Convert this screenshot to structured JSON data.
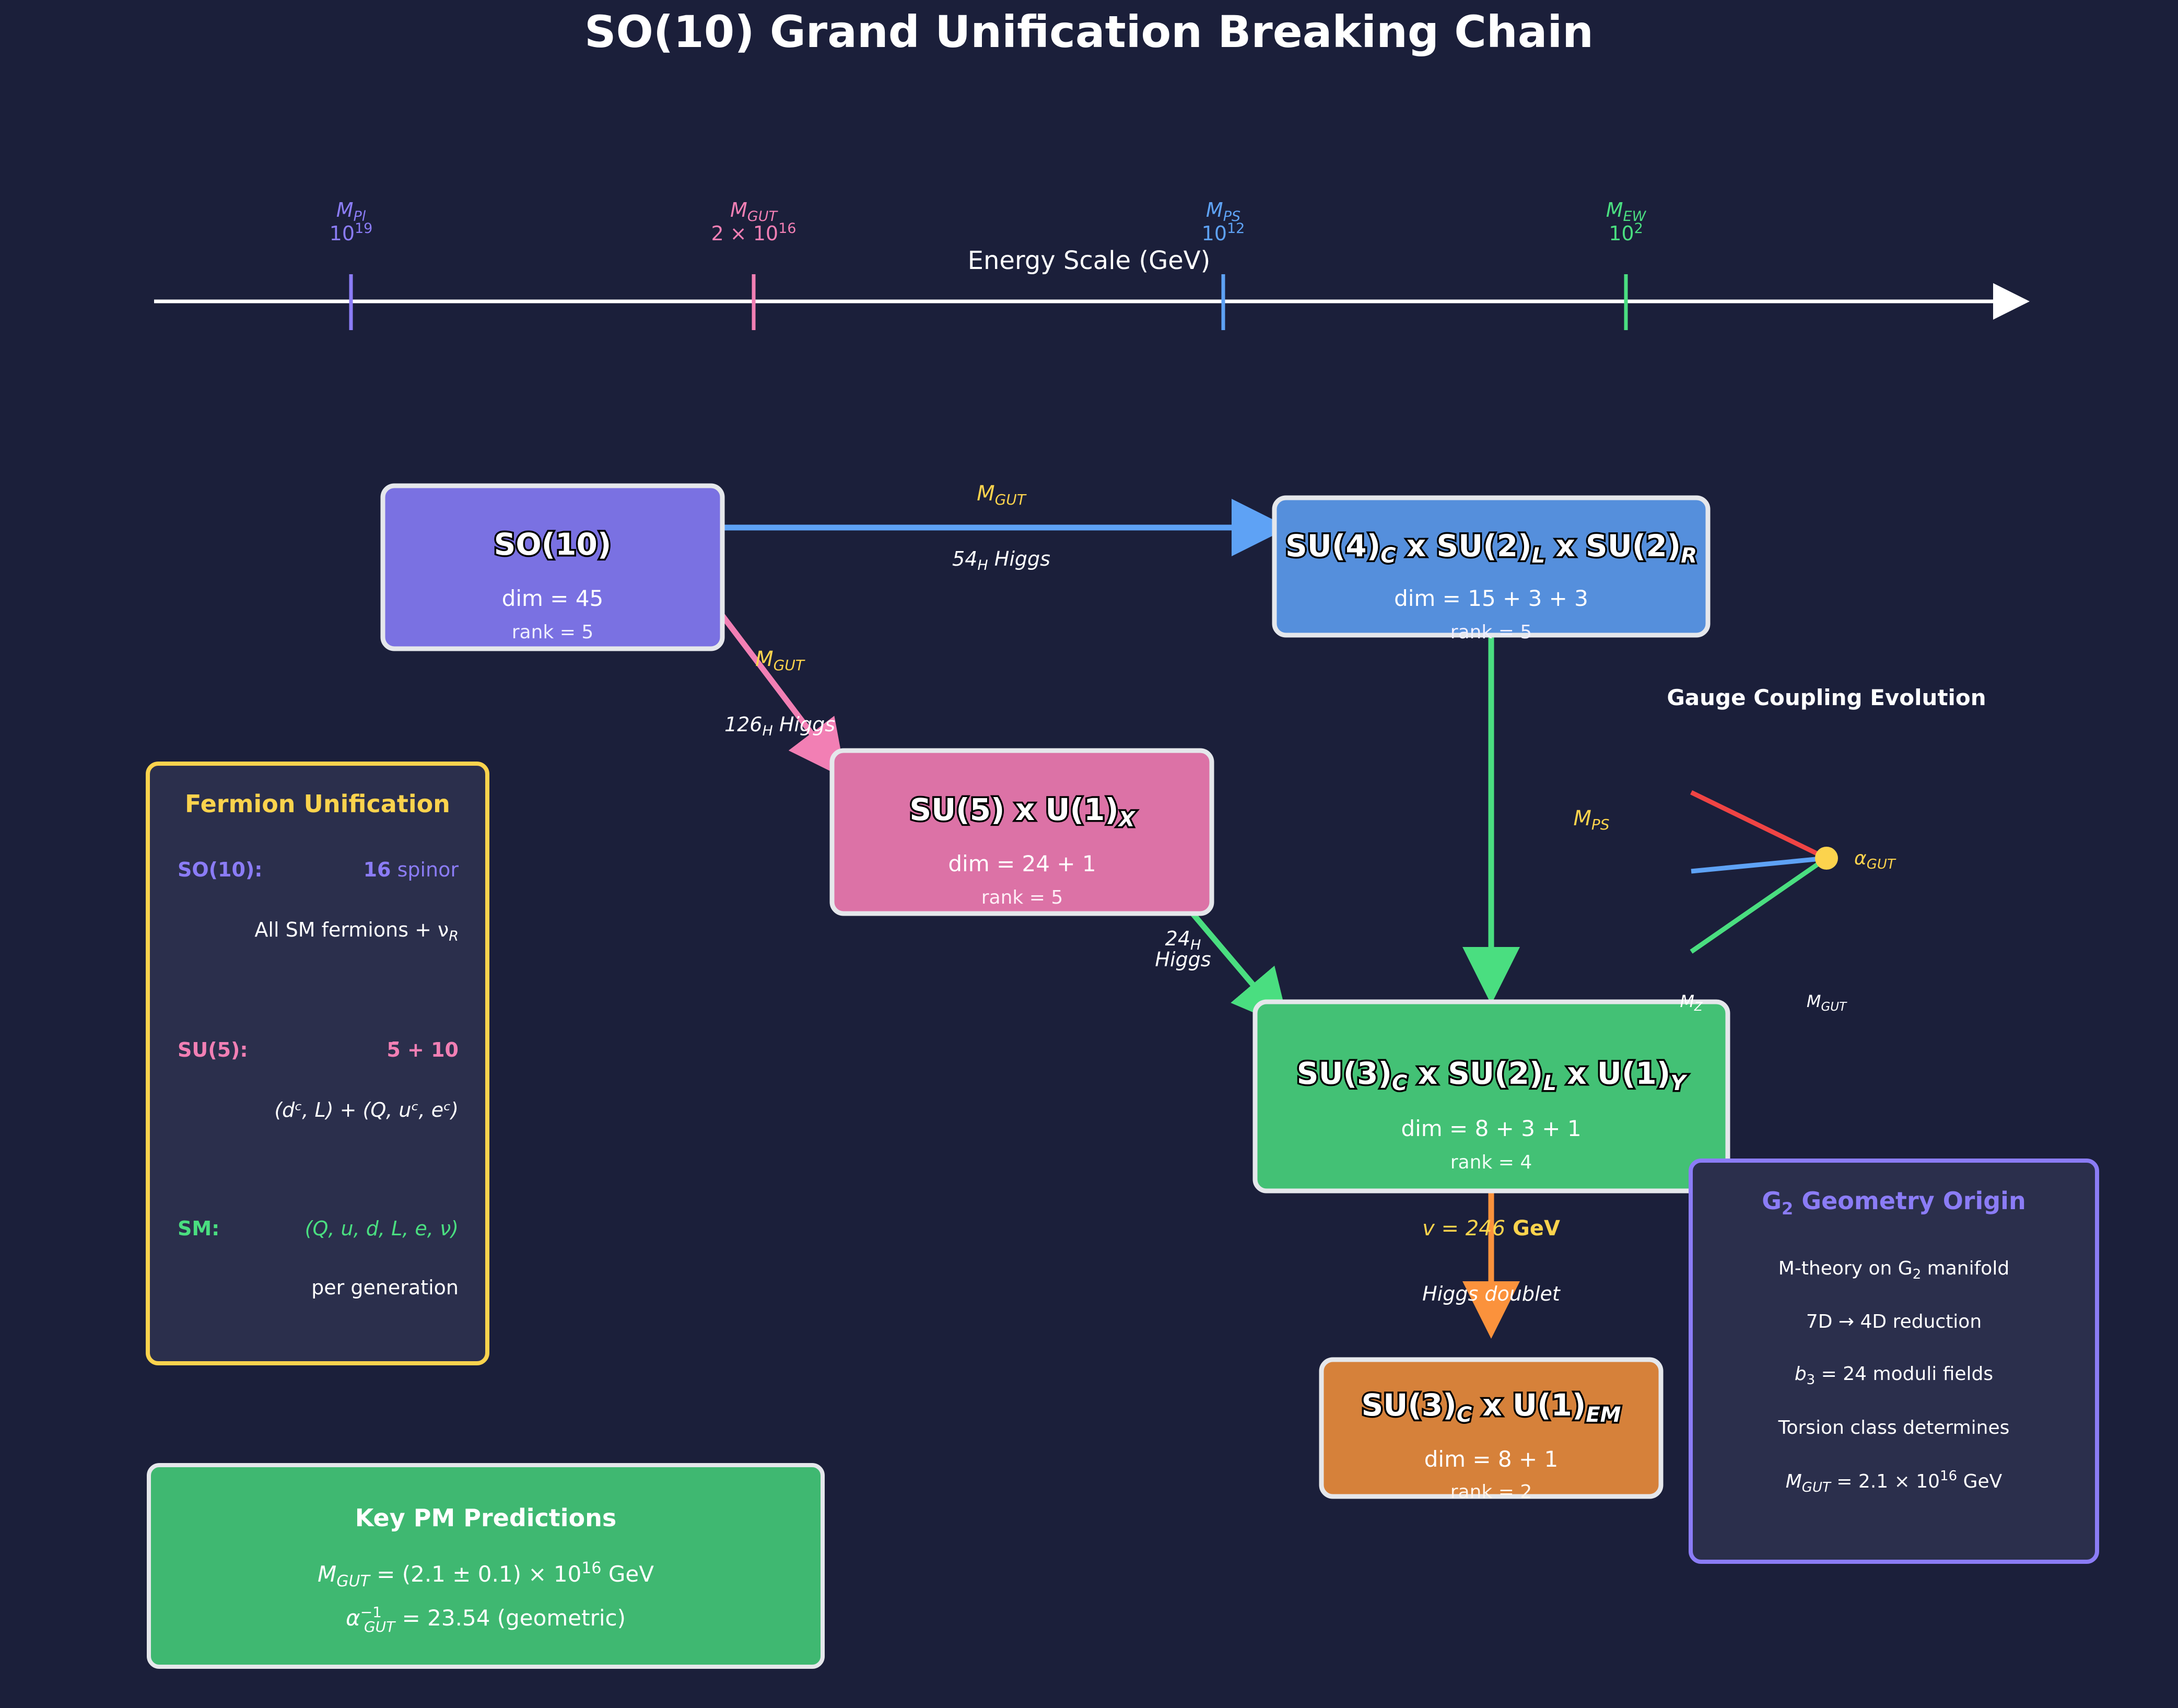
{
  "title": "SO(10) Grand Unification Breaking Chain",
  "colors": {
    "background": "#1b1f3a",
    "planck": "#8b7cf6",
    "gut": "#f27fb4",
    "ps": "#5ea2f5",
    "ew": "#4ade80",
    "gold": "#fcd34d",
    "orange": "#fb923c",
    "red": "#ef4444"
  },
  "energy_scale": {
    "label": "Energy Scale (GeV)",
    "ticks": [
      {
        "name": "M",
        "sub": "Pl",
        "base": "10",
        "exp": "19"
      },
      {
        "name": "M",
        "sub": "GUT",
        "pre": "2 × ",
        "base": "10",
        "exp": "16"
      },
      {
        "name": "M",
        "sub": "PS",
        "base": "10",
        "exp": "12"
      },
      {
        "name": "M",
        "sub": "EW",
        "base": "10",
        "exp": "2"
      }
    ]
  },
  "groups": {
    "so10": {
      "name": "SO(10)",
      "dim": "dim = 45",
      "rank": "rank = 5"
    },
    "ps": {
      "name": "SU(4)",
      "sub1": "C",
      "mid1": " x SU(2)",
      "sub2": "L",
      "mid2": " x SU(2)",
      "sub3": "R",
      "dim": "dim = 15 + 3 + 3",
      "rank": "rank = 5"
    },
    "su5": {
      "name": "SU(5) x U(1)",
      "sub1": "X",
      "dim": "dim = 24 + 1",
      "rank": "rank = 5"
    },
    "sm": {
      "name": "SU(3)",
      "sub1": "C",
      "mid1": " x SU(2)",
      "sub2": "L",
      "mid2": " x U(1)",
      "sub3": "Y",
      "dim": "dim = 8 + 3 + 1",
      "rank": "rank = 4"
    },
    "em": {
      "name": "SU(3)",
      "sub1": "C",
      "mid1": " x U(1)",
      "sub2": "EM",
      "dim": "dim = 8 + 1",
      "rank": "rank = 2"
    }
  },
  "arrows": {
    "so10_ps": {
      "scale": "M",
      "scale_sub": "GUT",
      "higgs_num": "54",
      "higgs_sub": "H",
      "higgs_word": " Higgs"
    },
    "so10_su5": {
      "scale": "M",
      "scale_sub": "GUT",
      "higgs_num": "126",
      "higgs_sub": "H",
      "higgs_word": " Higgs"
    },
    "su5_sm": {
      "higgs_num": "24",
      "higgs_sub": "H",
      "higgs_word": "Higgs"
    },
    "sm_em": {
      "vev": "v = 246",
      "unit": " GeV",
      "higgs": "Higgs doublet"
    }
  },
  "coupling_evolution": {
    "title": "Gauge Coupling Evolution",
    "mps": "M",
    "mps_sub": "PS",
    "alpha": "α",
    "alpha_sub": "GUT",
    "mz": "M",
    "mz_sub": "Z",
    "mgut": "M",
    "mgut_sub": "GUT"
  },
  "fermion": {
    "title": "Fermion Unification",
    "rows": [
      {
        "label": "SO(10):",
        "value_bold": "16",
        "value_rest": " spinor",
        "note": "All SM fermions + ν",
        "note_sub": "R"
      },
      {
        "label": "SU(5):",
        "value_bold": "5̄ + 10",
        "value_rest": "",
        "note": "(dᶜ, L) + (Q, uᶜ, eᶜ)",
        "note_sub": ""
      },
      {
        "label": "SM:",
        "value_bold": "",
        "value_rest": "(Q, u, d, L, e, ν)",
        "note": "per generation",
        "note_sub": ""
      }
    ]
  },
  "g2": {
    "title_pre": "G",
    "title_sub": "2",
    "title_rest": " Geometry Origin",
    "line1_pre": "M-theory on G",
    "line1_sub": "2",
    "line1_rest": " manifold",
    "line2": "7D → 4D reduction",
    "line3_b": "b",
    "line3_sub": "3",
    "line3_rest": " = 24 moduli fields",
    "line4": "Torsion class determines",
    "line5_m": "M",
    "line5_sub": "GUT",
    "line5_eq": " = 2.1 × 10",
    "line5_exp": "16",
    "line5_unit": " GeV"
  },
  "predictions": {
    "title": "Key PM Predictions",
    "line1_m": "M",
    "line1_sub": "GUT",
    "line1_eq": " = (2.1 ± 0.1) × 10",
    "line1_exp": "16",
    "line1_unit": " GeV",
    "line2_a": "α",
    "line2_sub": "GUT",
    "line2_sup": "−1",
    "line2_eq": " = 23.54 (geometric)"
  }
}
